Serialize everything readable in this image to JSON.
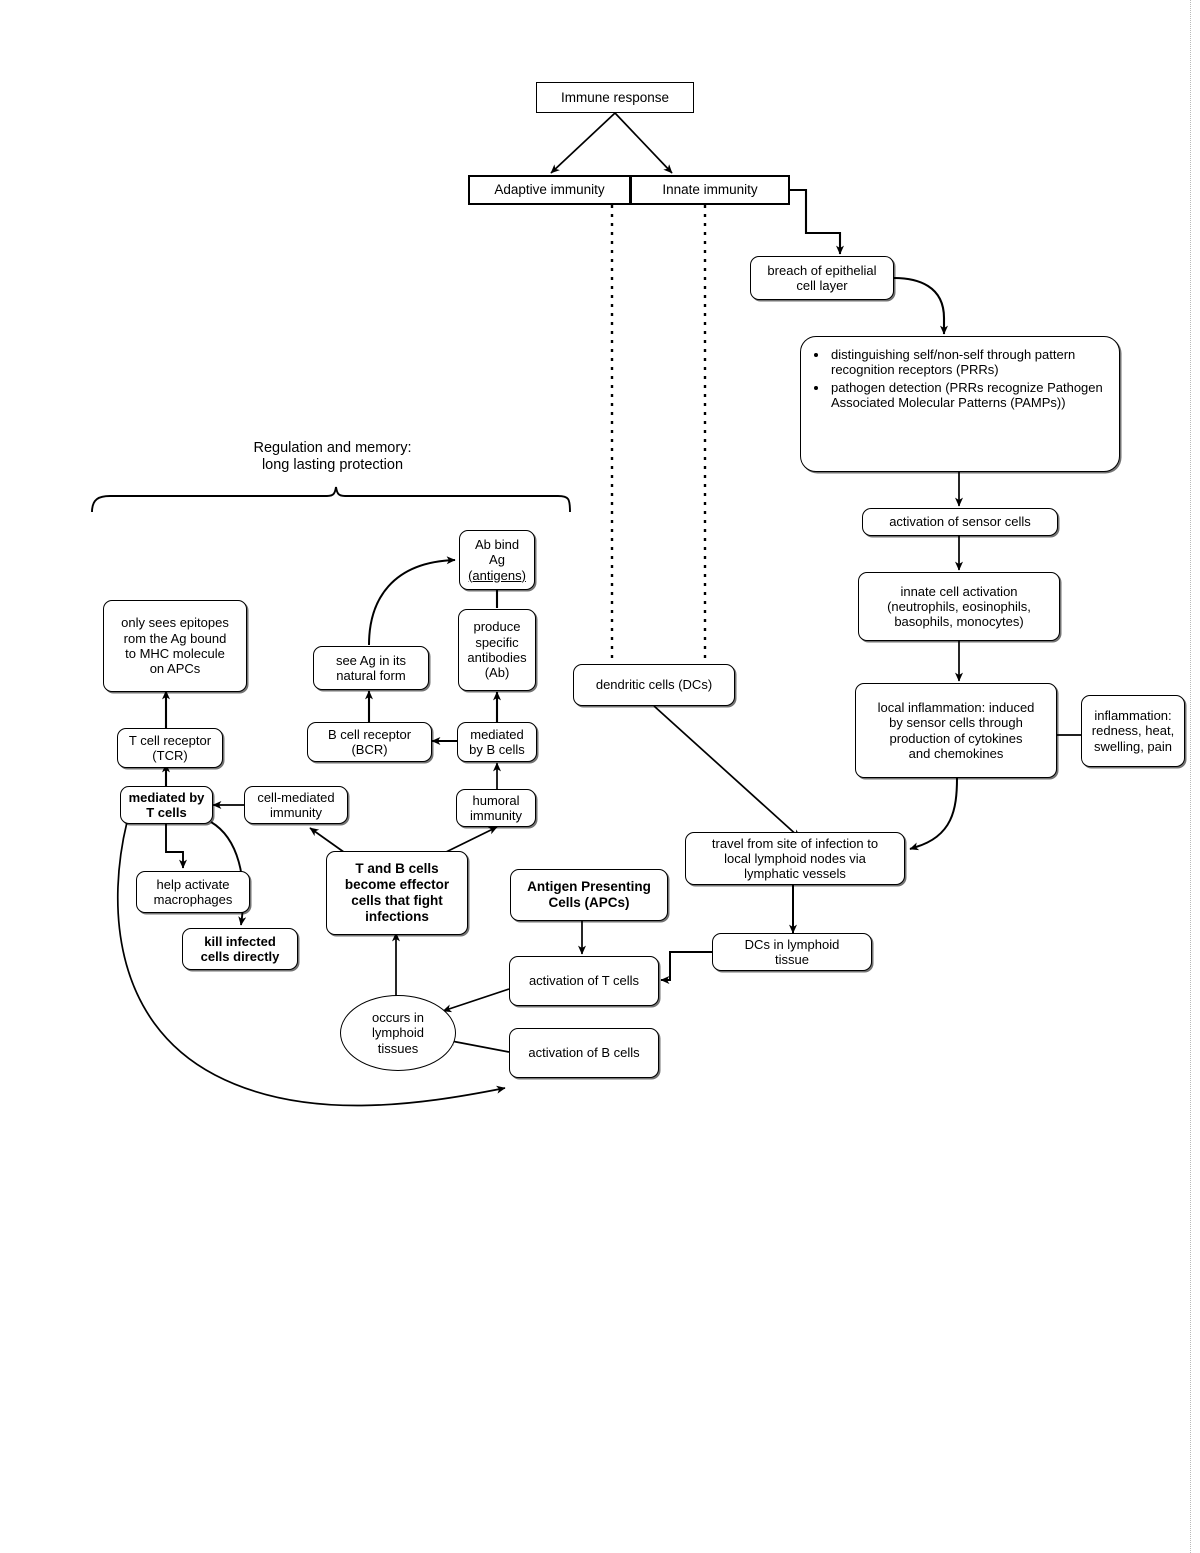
{
  "diagram": {
    "title": "Immune response concept map",
    "nodes": {
      "immune_response": "Immune response",
      "adaptive_immunity": "Adaptive immunity",
      "innate_immunity": "Innate immunity",
      "breach": "breach of epithelial\ncell layer",
      "prr_bullets": [
        "distinguishing self/non-self through pattern recognition receptors (PRRs)",
        "pathogen detection (PRRs recognize Pathogen Associated Molecular Patterns (PAMPs))"
      ],
      "sensor_activation": "activation of sensor cells",
      "innate_cell_activation": "innate cell activation\n(neutrophils, eosinophils,\nbasophils, monocytes)",
      "local_inflammation": "local inflammation: induced\nby sensor cells through\nproduction of cytokines\nand chemokines",
      "inflammation_signs": "inflammation:\nredness, heat,\nswelling, pain",
      "dendritic_cells": "dendritic cells (DCs)",
      "travel_to_lymph": "travel from site of infection to\nlocal lymphoid nodes via\nlymphatic vessels",
      "dcs_in_lymphoid": "DCs in lymphoid\ntissue",
      "apcs": "Antigen Presenting\nCells (APCs)",
      "activation_t_cells": "activation of T cells",
      "activation_b_cells": "activation of B cells",
      "occurs_in_lymphoid": "occurs in\nlymphoid\ntissues",
      "effector_cells": "T and B cells\nbecome effector\ncells that fight\ninfections",
      "cell_mediated_immunity": "cell-mediated\nimmunity",
      "humoral_immunity": "humoral\nimmunity",
      "mediated_by_t_cells": "mediated by\nT cells",
      "mediated_by_b_cells": "mediated\nby B cells",
      "t_cell_receptor": "T cell receptor\n(TCR)",
      "b_cell_receptor": "B cell receptor\n(BCR)",
      "only_sees_epitopes": "only sees epitopes\nrom the Ag bound\nto MHC molecule\non APCs",
      "see_ag_natural": "see Ag in its\nnatural form",
      "produce_antibodies": "produce\nspecific\nantibodies\n(Ab)",
      "ab_bind_ag_line1": "Ab bind",
      "ab_bind_ag_line2": "Ag",
      "ab_bind_ag_line3": "(antigens)",
      "help_activate_macrophages": "help activate\nmacrophages",
      "kill_infected_cells": "kill infected\ncells directly"
    },
    "annotations": {
      "regulation_memory": "Regulation and memory:\nlong lasting protection"
    },
    "colors": {
      "stroke": "#000000",
      "background": "#ffffff",
      "margin_guide": "#b9b9b9"
    }
  }
}
